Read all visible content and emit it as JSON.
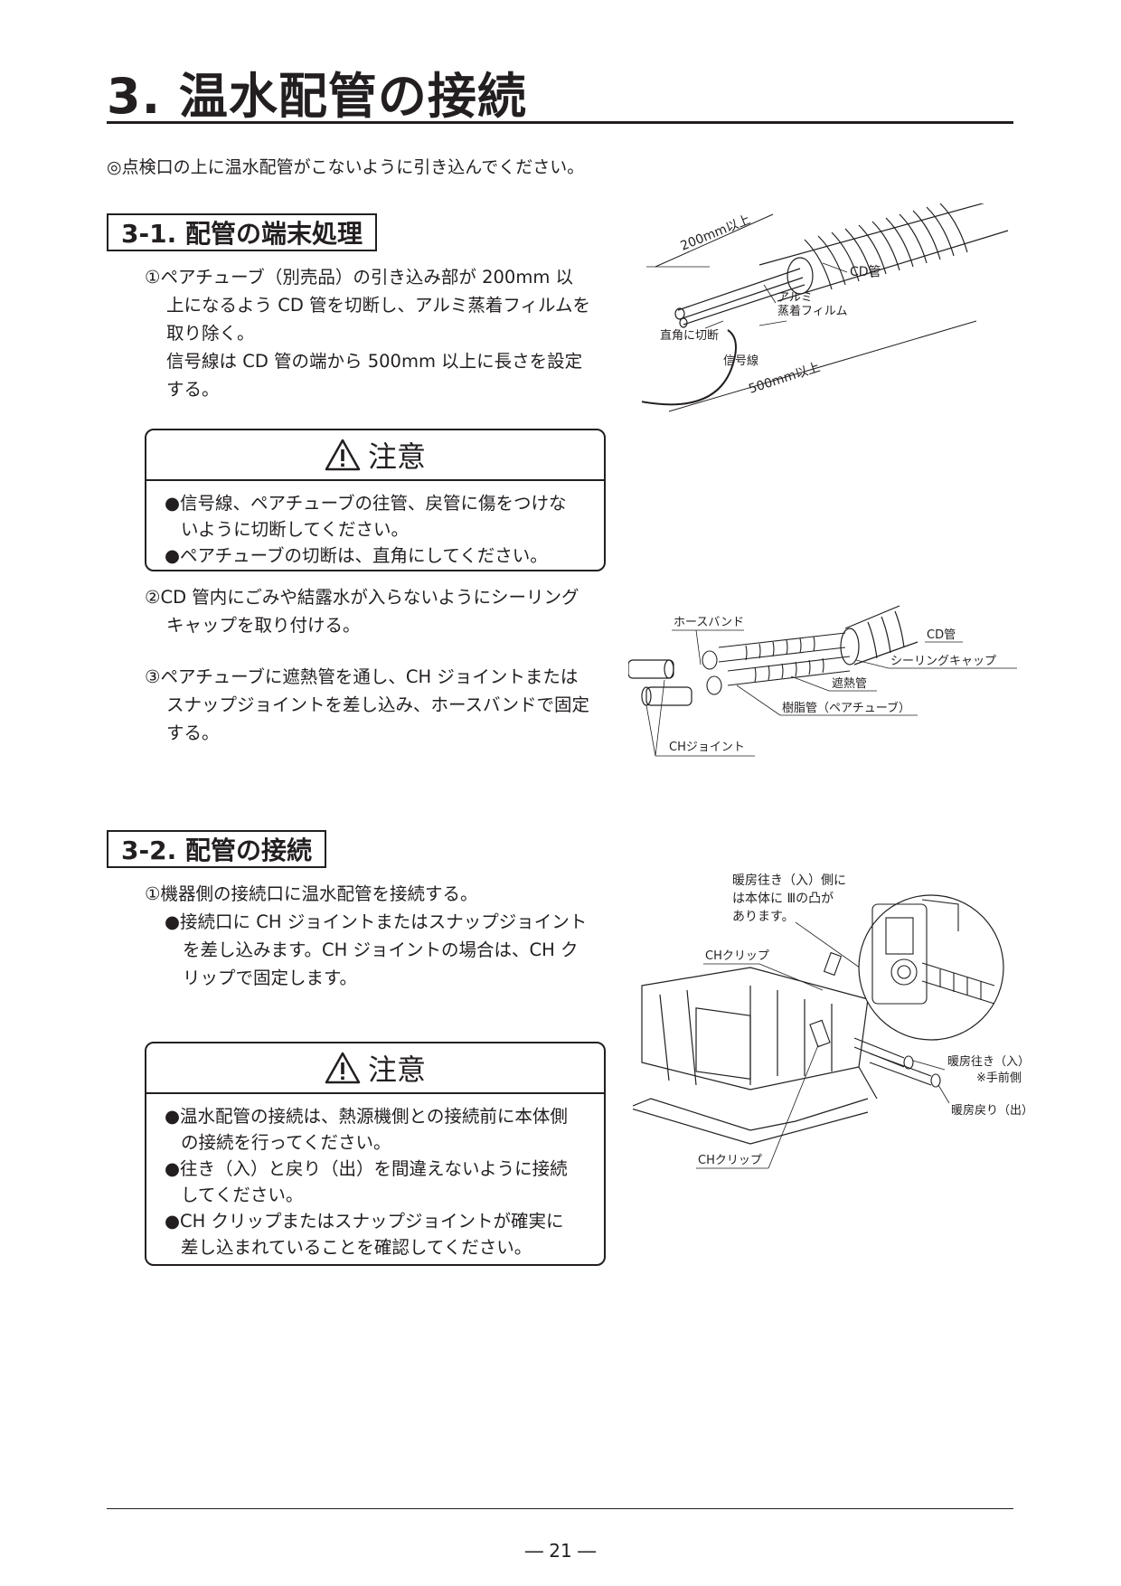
{
  "title": "3. 温水配管の接続",
  "intro": "◎点検口の上に温水配管がこないように引き込んでください。",
  "section1": {
    "heading": "3-1. 配管の端末処理",
    "step1": [
      "①ペアチューブ（別売品）の引き込み部が 200mm 以",
      "上になるよう CD 管を切断し、アルミ蒸着フィルムを",
      "取り除く。",
      "信号線は CD 管の端から 500mm 以上に長さを設定",
      "する。"
    ],
    "caution": {
      "title": "注意",
      "lines": [
        "●信号線、ペアチューブの往管、戻管に傷をつけな",
        "いように切断してください。",
        "●ペアチューブの切断は、直角にしてください。"
      ]
    },
    "step2": [
      "②CD 管内にごみや結露水が入らないようにシーリング",
      "キャップを取り付ける。"
    ],
    "step3": [
      "③ペアチューブに遮熱管を通し、CH ジョイントまたは",
      "スナップジョイントを差し込み、ホースバンドで固定",
      "する。"
    ],
    "fig1": {
      "dim200": "200mm以上",
      "cd": "CD管",
      "alumi1": "アルミ",
      "alumi2": "蒸着フィルム",
      "cut": "直角に切断",
      "signal": "信号線",
      "dim500": "500mm以上"
    },
    "fig2": {
      "hoseband": "ホースバンド",
      "cd": "CD管",
      "cap": "シーリングキャップ",
      "shanetsu": "遮熱管",
      "resin": "樹脂管（ペアチューブ）",
      "chjoint": "CHジョイント"
    }
  },
  "section2": {
    "heading": "3-2. 配管の接続",
    "step1": [
      "①機器側の接続口に温水配管を接続する。",
      "●接続口に CH ジョイントまたはスナップジョイント",
      "を差し込みます。CH ジョイントの場合は、CH ク",
      "リップで固定します。"
    ],
    "caution": {
      "title": "注意",
      "lines": [
        "●温水配管の接続は、熱源機側との接続前に本体側",
        "の接続を行ってください。",
        "●往き（入）と戻り（出）を間違えないように接続",
        "してください。",
        "●CH クリップまたはスナップジョイントが確実に",
        "差し込まれていることを確認してください。"
      ]
    },
    "fig3": {
      "note1": "暖房往き（入）側に",
      "note2": "は本体に Ⅲの凸が",
      "note3": "あります。",
      "chclip_top": "CHクリップ",
      "chclip_bottom": "CHクリップ",
      "go": "暖房往き（入）",
      "go_note": "※手前側",
      "ret": "暖房戻り（出）"
    }
  },
  "page_number": "― 21 ―"
}
